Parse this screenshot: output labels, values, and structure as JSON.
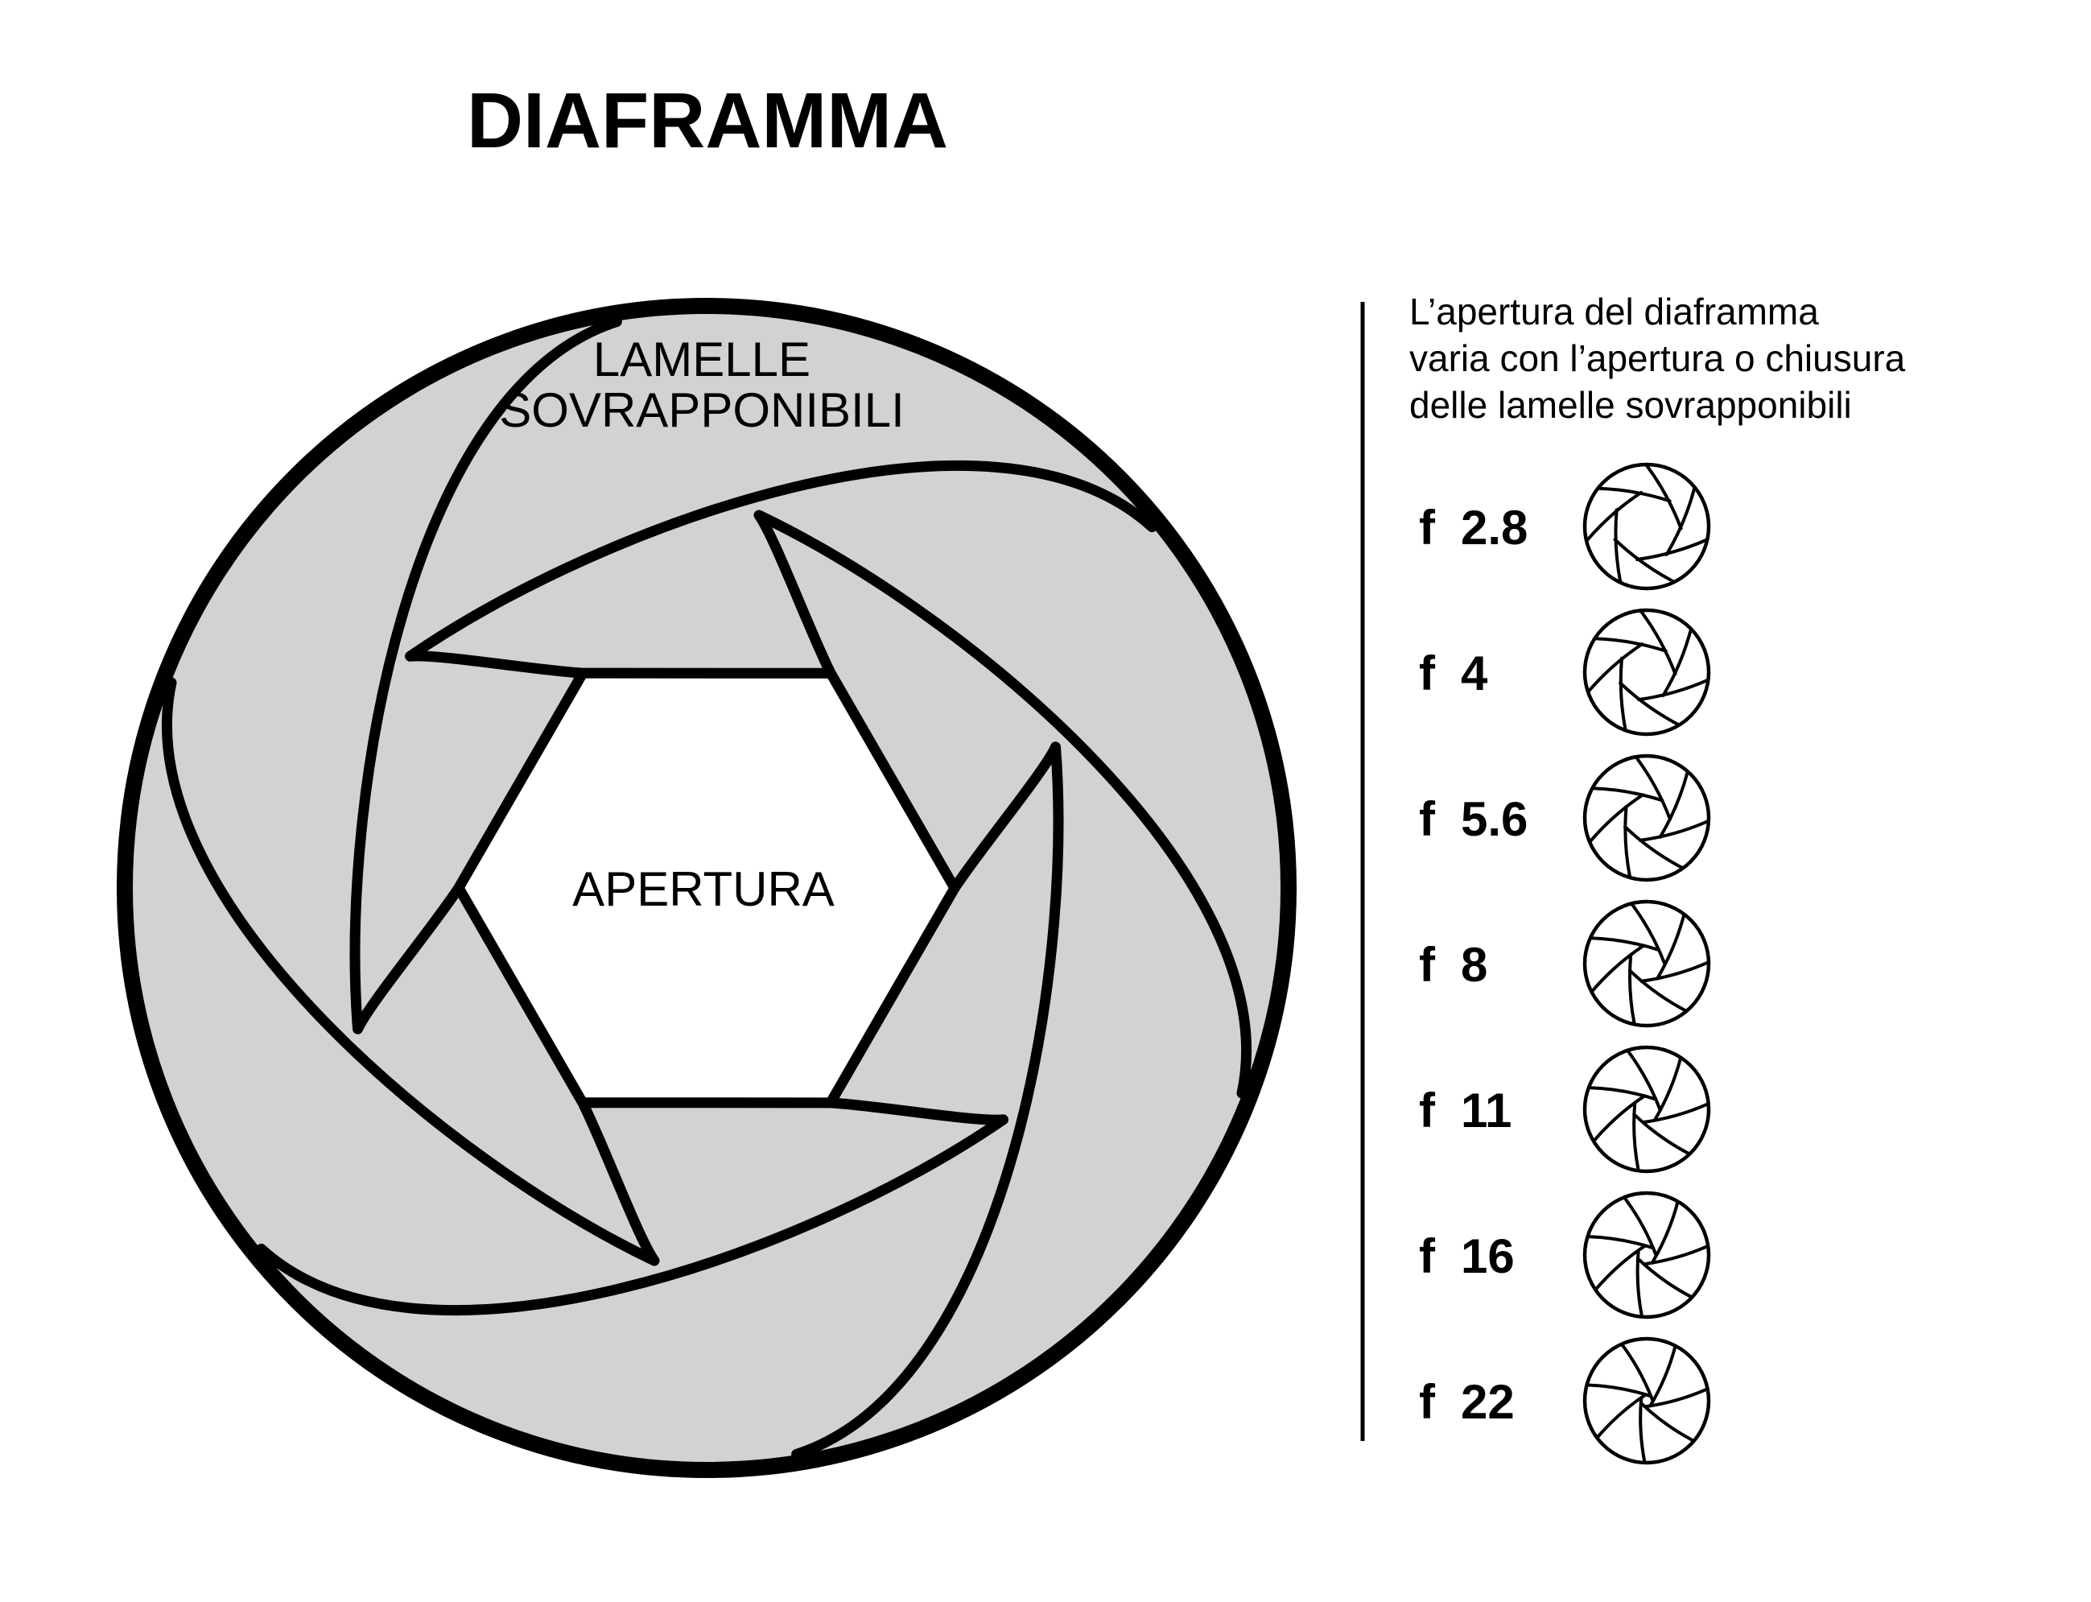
{
  "title": "DIAFRAMMA",
  "diagram": {
    "blades_label_line1": "LAMELLE",
    "blades_label_line2": "SOVRAPPONIBILI",
    "aperture_label": "APERTURA",
    "blade_fill_color": "#d2d2d2",
    "line_color": "#000000",
    "blade_count": 6
  },
  "sidebar": {
    "description_lines": [
      "L’apertura del diaframma",
      "varia con l’apertura o chiusura",
      "delle lamelle sovrapponibili"
    ],
    "fstop_prefix": "f",
    "fstops": [
      {
        "value": "2.8",
        "aperture_fraction": 0.47
      },
      {
        "value": "4",
        "aperture_fraction": 0.39
      },
      {
        "value": "5.6",
        "aperture_fraction": 0.32
      },
      {
        "value": "8",
        "aperture_fraction": 0.25
      },
      {
        "value": "11",
        "aperture_fraction": 0.185
      },
      {
        "value": "16",
        "aperture_fraction": 0.13
      },
      {
        "value": "22",
        "aperture_fraction": 0.085
      }
    ],
    "icon_blade_count": 7
  }
}
